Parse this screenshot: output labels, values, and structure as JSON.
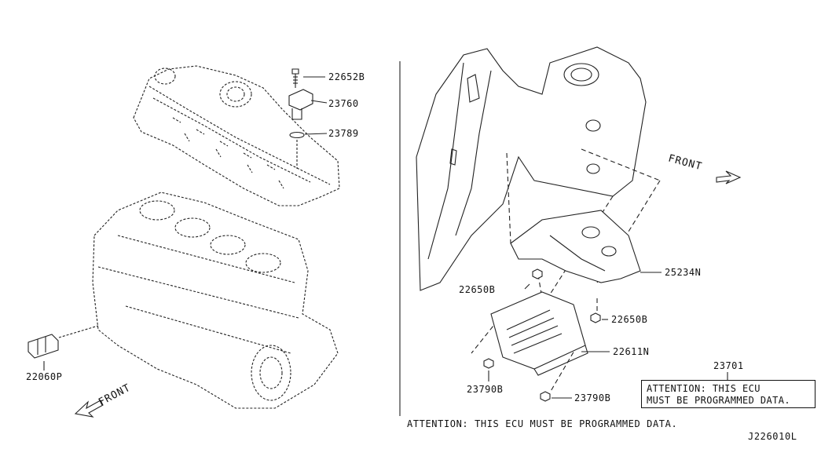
{
  "left": {
    "labels": {
      "p22652b": "22652B",
      "p23760": "23760",
      "p23789": "23789",
      "p22060p": "22060P"
    },
    "front": "FRONT"
  },
  "right": {
    "labels": {
      "p25234n": "25234N",
      "p22650b_left": "22650B",
      "p22650b_right": "22650B",
      "p22611n": "22611N",
      "p23790b_left": "23790B",
      "p23790b_right": "23790B",
      "p23701": "23701"
    },
    "front": "FRONT",
    "box_line1": "ATTENTION: THIS ECU",
    "box_line2": "MUST BE PROGRAMMED DATA."
  },
  "footer_note": "ATTENTION: THIS ECU MUST BE PROGRAMMED DATA.",
  "diagram_code": "J226010L"
}
